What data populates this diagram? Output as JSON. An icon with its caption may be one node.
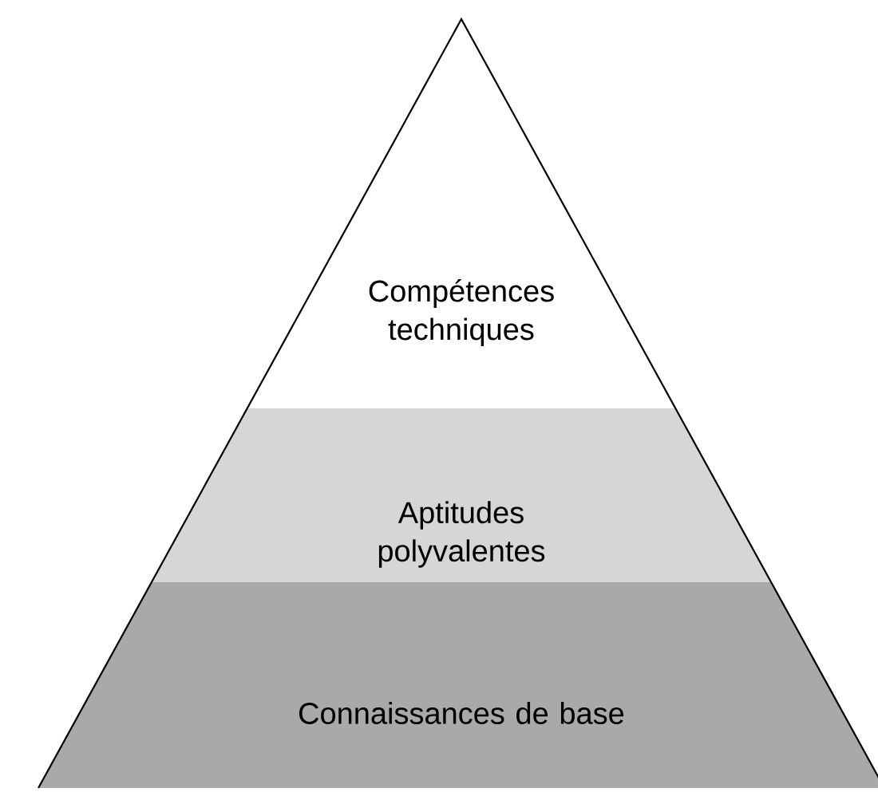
{
  "diagram": {
    "nodes": [
      {
        "text": [
          "Compétences techniques"
        ]
      },
      {
        "text": [
          "Aptitudes polyvalentes"
        ]
      },
      {
        "text": [
          "Connaissances de base"
        ]
      }
    ]
  }
}
